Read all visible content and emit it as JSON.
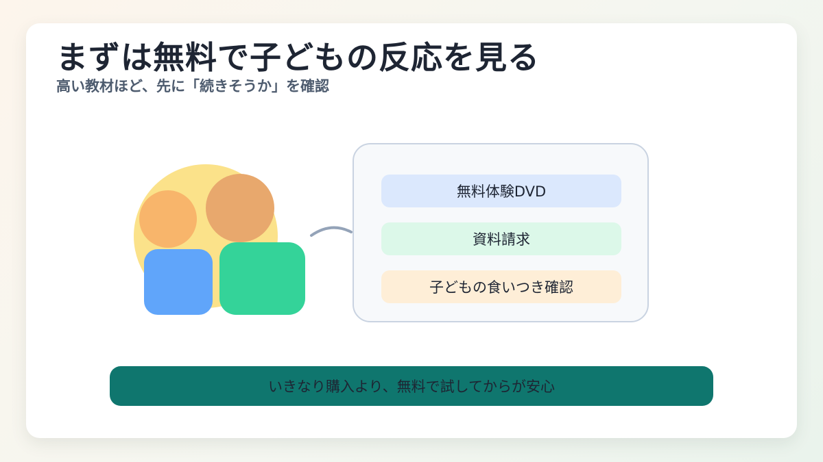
{
  "slide": {
    "title": "まずは無料で子どもの反応を見る",
    "subtitle": "高い教材ほど、先に「続きそうか」を確認"
  },
  "illustration": {
    "icon": "family-icon",
    "colors": {
      "sun": "#fbe28a",
      "head_left": "#f8b56b",
      "head_right": "#e8a86d",
      "body_left": "#60a5fa",
      "body_right": "#34d399"
    }
  },
  "options": {
    "items": [
      {
        "label": "無料体験DVD",
        "color": "#dbe8fd"
      },
      {
        "label": "資料請求",
        "color": "#dcf8e9"
      },
      {
        "label": "子どもの食いつき確認",
        "color": "#feeed7"
      }
    ]
  },
  "banner": {
    "text": "いきなり購入より、無料で試してからが安心",
    "color": "#0f766e"
  }
}
